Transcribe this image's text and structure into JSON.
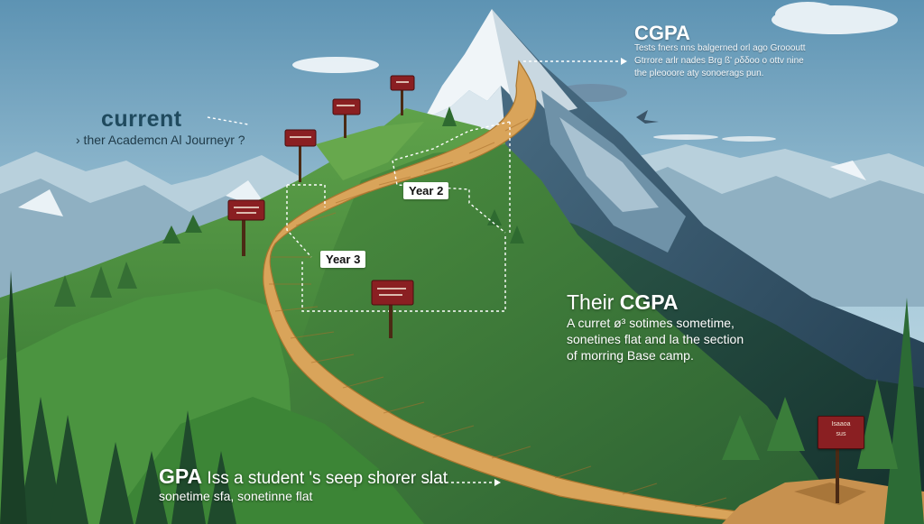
{
  "current_block": {
    "heading": "current",
    "subheading": "› ther Academcn Al Journeyr ?"
  },
  "cgpa_top": {
    "title": "CGPA",
    "lines": [
      "Tests fners nns balgerned orl ago Groooutt",
      "Gtrrore arlr nades Brg ß' ρδδoo o ottv nine",
      "the pleooore aty sonoerags pun."
    ]
  },
  "their_cgpa": {
    "prefix": "Their",
    "title": "CGPA",
    "lines": [
      "A curret ø³ sotimes sometime,",
      "sonetines flat and la the section",
      "of morring Base camp."
    ]
  },
  "gpa_block": {
    "title": "GPA",
    "rest": " Iss a student 's seep shorer slat",
    "line2": "sonetime sfa, sonetinne flat"
  },
  "year_labels": {
    "year2": "Year 2",
    "year3": "Year 3"
  },
  "signs": {
    "bottom_right": [
      "Isaaoa",
      "sus"
    ]
  },
  "colors": {
    "sky_top": "#5d93b3",
    "sky_bottom": "#cfe2ea",
    "grass": "#3f8a3a",
    "path": "#d9a45a",
    "sign": "#8a1f22",
    "heading": "#1f4a5e"
  }
}
